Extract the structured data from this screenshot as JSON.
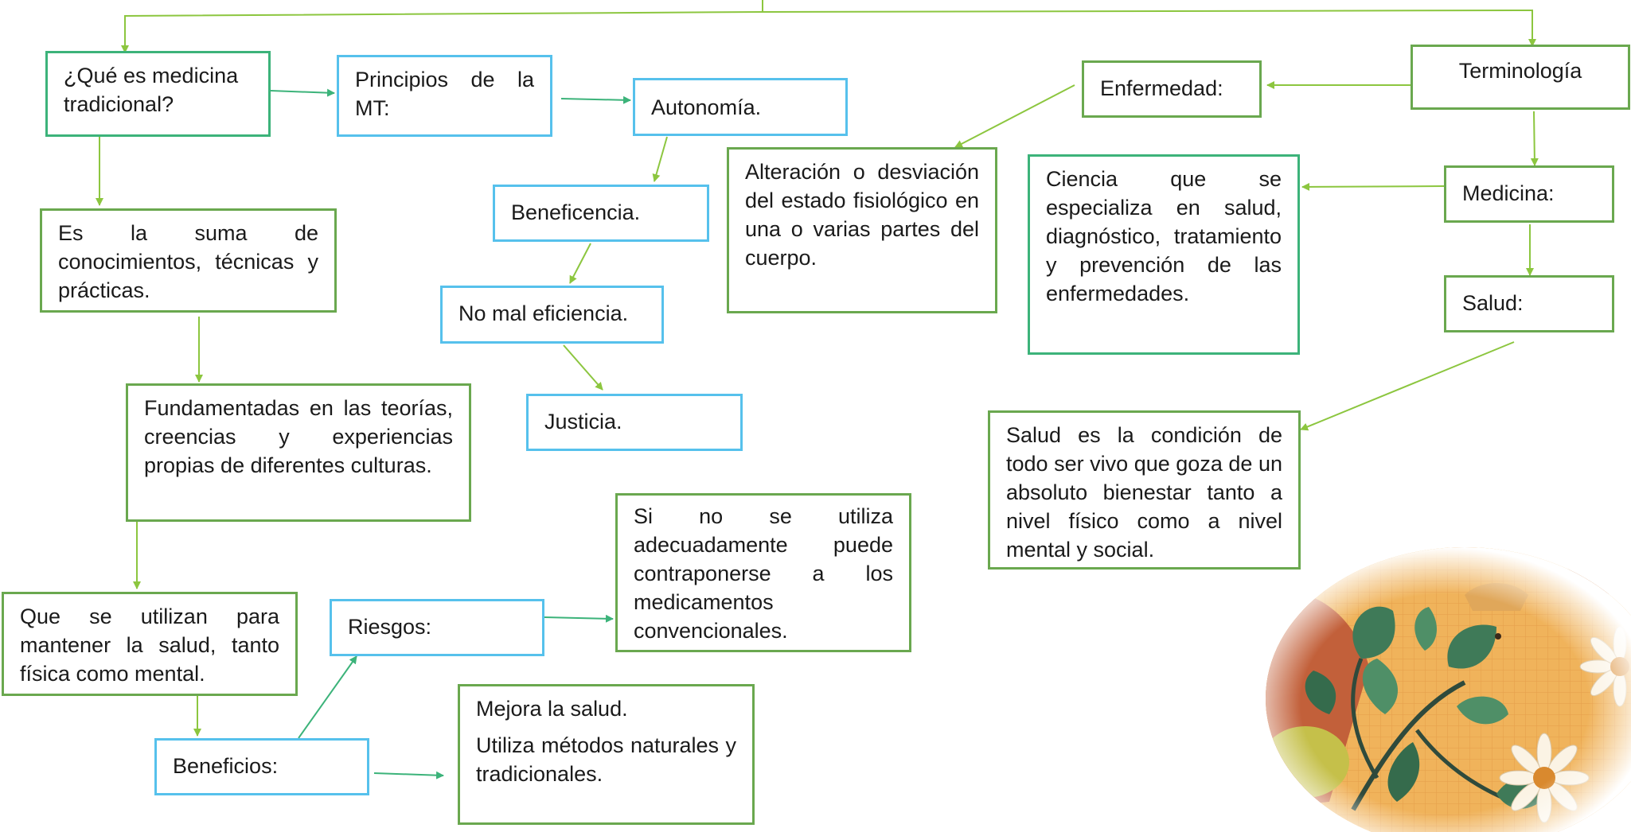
{
  "nodes": {
    "que_es": "¿Qué es medicina tradicional?",
    "principios": "Principios de la MT:",
    "autonomia": "Autonomía.",
    "beneficencia": "Beneficencia.",
    "no_mal": "No mal eficiencia.",
    "justicia": "Justicia.",
    "es_la_suma": "Es la suma de conocimientos, técnicas y prácticas.",
    "fundamentadas": "Fundamentadas en las teorías, creencias y experiencias propias de diferentes culturas.",
    "que_se_utilizan": "Que se utilizan para mantener la salud, tanto física como mental.",
    "riesgos": "Riesgos:",
    "riesgos_desc": "Si no se utiliza adecuadamente puede contraponerse a los medicamentos convencionales.",
    "beneficios": "Beneficios:",
    "beneficios_desc_1": "Mejora la salud.",
    "beneficios_desc_2": "Utiliza métodos naturales y tradicionales.",
    "enfermedad": "Enfermedad:",
    "enfermedad_desc": "Alteración o desviación del estado fisiológico en una o varias partes del cuerpo.",
    "terminologia": "Terminología",
    "medicina": "Medicina:",
    "medicina_desc": "Ciencia que se especializa en salud, diagnóstico, tratamiento y prevención de las enfermedades.",
    "salud": "Salud:",
    "salud_desc": "Salud es la condición de todo ser vivo que goza de un absoluto bienestar tanto a nivel físico como a nivel mental y social."
  },
  "colors": {
    "green_border": "#6aa84f",
    "blue_border": "#56c1ec",
    "teal_border": "#3cb37a",
    "connector": "#8cc63f"
  }
}
